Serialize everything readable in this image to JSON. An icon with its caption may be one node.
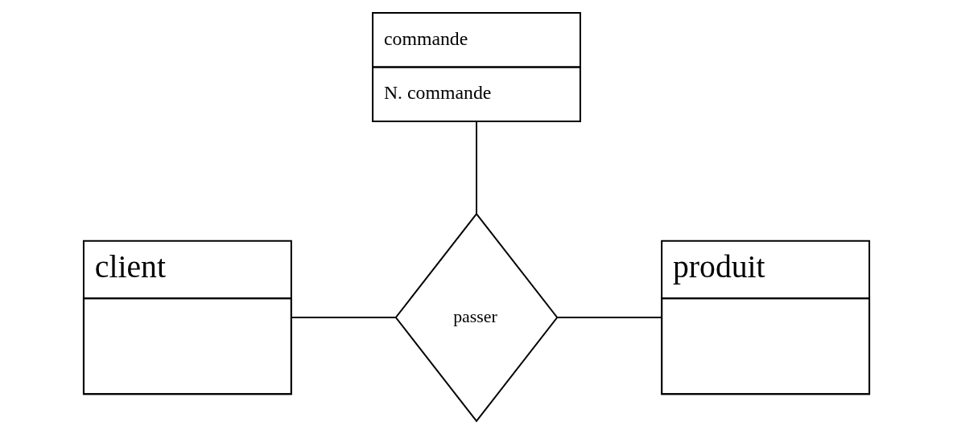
{
  "diagram": {
    "nodes": [
      {
        "text": [
          "commande",
          "N. commande"
        ]
      },
      {
        "text": [
          "client"
        ]
      },
      {
        "text": [
          "passer"
        ]
      },
      {
        "text": [
          "produit"
        ]
      }
    ],
    "edges": [
      {
        "from": 0,
        "to": 2,
        "arrow": "none"
      },
      {
        "from": 1,
        "to": 2,
        "arrow": "none"
      },
      {
        "from": 2,
        "to": 3,
        "arrow": "none"
      }
    ]
  }
}
